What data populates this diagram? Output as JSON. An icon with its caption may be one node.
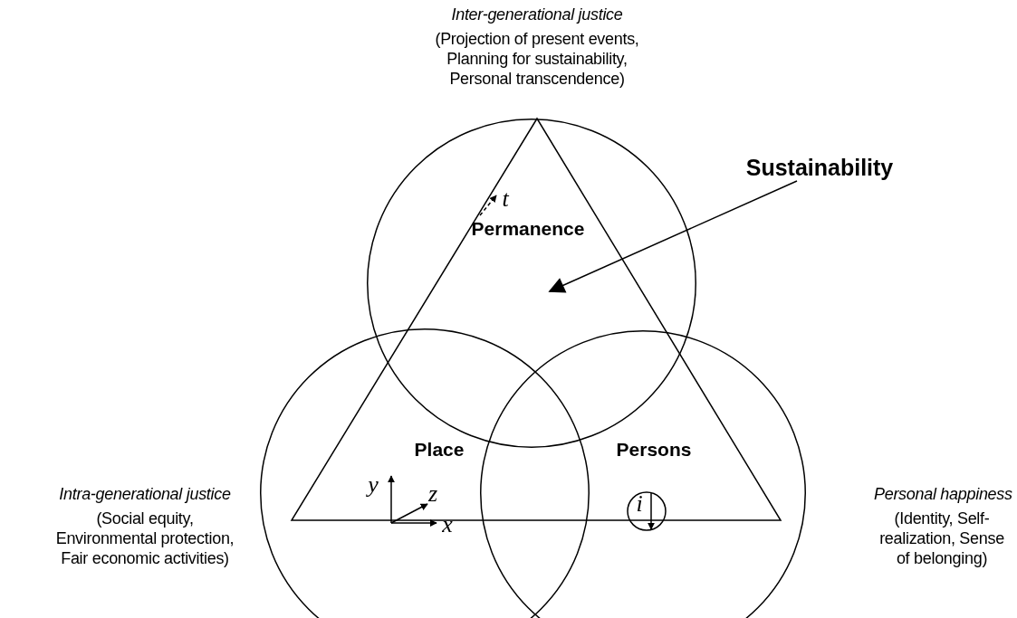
{
  "diagram": {
    "nodes": [
      {
        "text": [
          "Permanence"
        ],
        "beside": [
          "Inter-generational justice",
          "(Projection of present events, Planning for sustainability, Personal transcendence)"
        ]
      },
      {
        "text": [
          "Place"
        ],
        "beside": [
          "Intra-generational justice",
          "(Social equity, Environmental protection, Fair economic activities)"
        ]
      },
      {
        "text": [
          "Persons"
        ],
        "beside": [
          "Personal happiness",
          "(Identity, Self-realization, Sense of belonging)"
        ]
      },
      {
        "text": [
          "Sustainability"
        ]
      }
    ],
    "edges": [
      {
        "from": 3,
        "to": 0,
        "arrow": "to"
      }
    ],
    "labels": [
      "t",
      "y",
      "z",
      "x",
      "i"
    ]
  }
}
